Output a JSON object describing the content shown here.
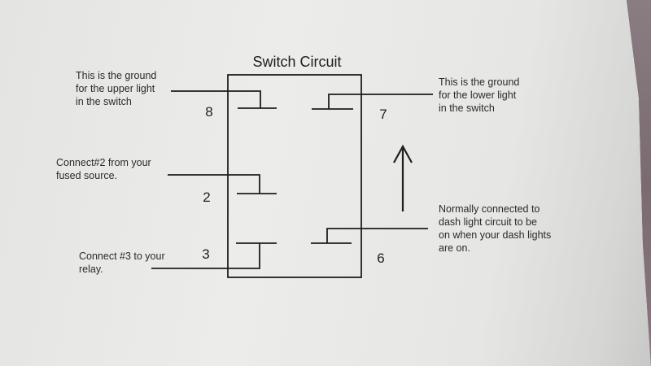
{
  "title": "Switch Circuit",
  "pins": {
    "p8": "8",
    "p7": "7",
    "p2": "2",
    "p3": "3",
    "p6": "6"
  },
  "notes": {
    "upper_ground": "This is the ground\nfor the upper light\nin the switch",
    "lower_ground": "This is the ground\nfor the lower light\nin the switch",
    "fused_source": "Connect#2 from your\nfused source.",
    "relay": "Connect #3 to your\nrelay.",
    "dash_light": "Normally connected to\ndash light circuit to be\non when your dash lights\nare on."
  }
}
